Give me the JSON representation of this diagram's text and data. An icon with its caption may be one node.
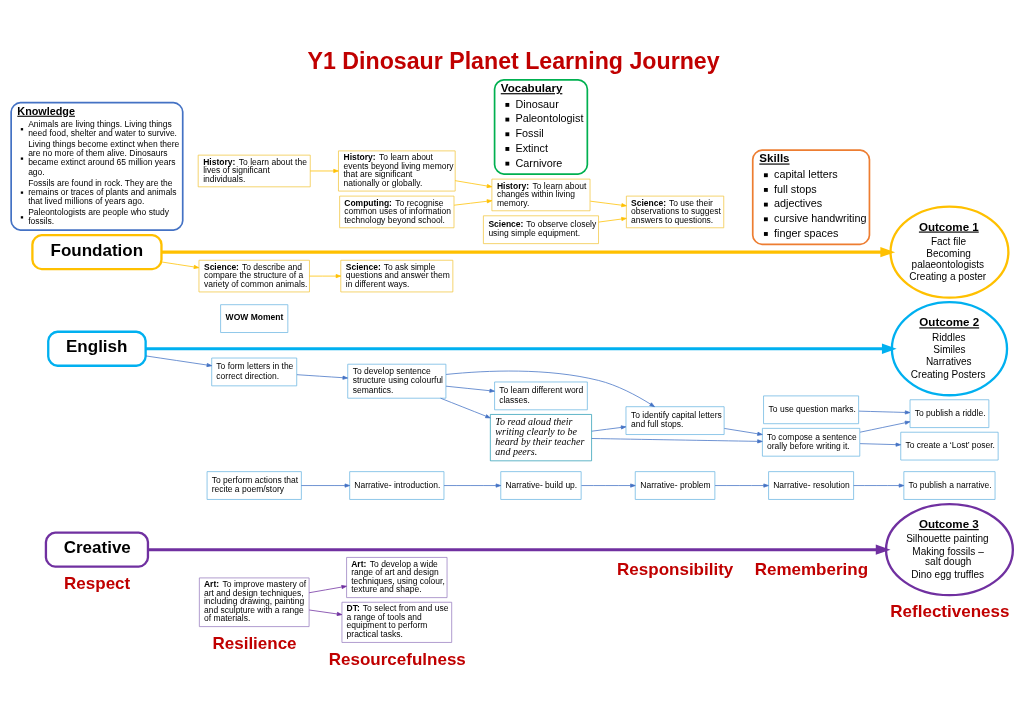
{
  "diagram": {
    "title": "Y1 Dinosaur Planet Learning Journey",
    "nodes": [
      {
        "text": [
          "Knowledge",
          "Animals are living things. Living things need food, shelter and water to survive.",
          "Living things become extinct when there are no more of them alive. Dinosaurs became extinct around 65 million years ago.",
          "Fossils are found in rock. They are the remains or traces of plants and animals that lived millions of years ago.",
          "Paleontologists are people who study fossils."
        ]
      },
      {
        "text": [
          "Vocabulary",
          "Dinosaur",
          "Paleontologist",
          "Fossil",
          "Extinct",
          "Carnivore"
        ]
      },
      {
        "text": [
          "Skills",
          "capital letters",
          "full stops",
          "adjectives",
          "cursive handwriting",
          "finger spaces"
        ]
      },
      {
        "text": [
          "Foundation"
        ]
      },
      {
        "text": [
          "Outcome 1",
          "Fact file",
          "Becoming palaeontologists",
          "Creating a poster"
        ]
      },
      {
        "text": [
          "**Science:** To describe and compare the structure of a variety of common animals."
        ]
      },
      {
        "text": [
          "**History:** To learn about the lives of significant individuals."
        ]
      },
      {
        "text": [
          "**Science:** To use their observations to suggest answers to questions."
        ]
      },
      {
        "text": [
          "**History:** To learn about changes within living memory."
        ]
      },
      {
        "text": [
          "**Science:** To observe closely using simple equipment."
        ]
      },
      {
        "text": [
          "**Science:** To ask simple questions and answer them in different ways."
        ]
      },
      {
        "text": [
          "**History:** To learn about events beyond living memory that are significant nationally or globally."
        ]
      },
      {
        "text": [
          "**Computing:** To recognise common uses of information technology beyond school."
        ]
      },
      {
        "text": [
          "English"
        ]
      },
      {
        "text": [
          "Outcome 2",
          "Riddles",
          "Similes",
          "Narratives",
          "Creating Posters"
        ]
      },
      {
        "text": [
          "WOW Moment"
        ]
      },
      {
        "text": [
          "To compose a sentence orally before writing it."
        ]
      },
      {
        "text": [
          "To perform actions that recite a poem/story"
        ]
      },
      {
        "text": [
          "To publish a narrative."
        ]
      },
      {
        "text": [
          "To form letters in the correct direction."
        ]
      },
      {
        "text": [
          "To learn different word classes."
        ]
      },
      {
        "text": [
          "To create a ‘Lost’ poser."
        ]
      },
      {
        "text": [
          "To use question marks."
        ]
      },
      {
        "text": [
          "Narrative- introduction."
        ]
      },
      {
        "text": [
          "To develop sentence structure using colourful semantics."
        ]
      },
      {
        "text": [
          "To identify capital letters and full stops."
        ]
      },
      {
        "text": [
          "Narrative- resolution"
        ]
      },
      {
        "text": [
          "To publish a riddle."
        ]
      },
      {
        "text": [
          "Narrative- build up."
        ]
      },
      {
        "text": [
          "To read aloud their writing clearly to be heard by their teacher and peers."
        ]
      },
      {
        "text": [
          "Narrative- problem"
        ]
      },
      {
        "text": [
          "Creative"
        ]
      },
      {
        "text": [
          "Outcome 3",
          "Silhouette painting",
          "Making fossils – salt dough",
          "Dino egg truffles"
        ]
      },
      {
        "text": [
          "**Art:** To improve mastery of art and design techniques, including drawing, painting and sculpture with a range of materials."
        ]
      },
      {
        "text": [
          "**Art:** To develop a wide range of art and design techniques, using colour, texture and shape."
        ]
      },
      {
        "text": [
          "**DT:** To select from and use a range of tools and equipment to perform practical tasks."
        ]
      }
    ],
    "edges": [
      {
        "from": 3,
        "to": 4,
        "arrow": "to",
        "style": "thick",
        "color": "#ffc000"
      },
      {
        "from": 3,
        "to": 5,
        "arrow": "to",
        "color": "#ffc000"
      },
      {
        "from": 5,
        "to": 10,
        "arrow": "to",
        "color": "#ffc000"
      },
      {
        "from": 6,
        "to": 11,
        "arrow": "to",
        "color": "#ffc000"
      },
      {
        "from": 11,
        "to": 8,
        "arrow": "to",
        "color": "#ffc000"
      },
      {
        "from": 12,
        "to": 8,
        "arrow": "to",
        "color": "#ffc000"
      },
      {
        "from": 8,
        "to": 7,
        "arrow": "to",
        "color": "#ffc000"
      },
      {
        "from": 9,
        "to": 7,
        "arrow": "to",
        "color": "#ffc000"
      },
      {
        "from": 13,
        "to": 14,
        "arrow": "to",
        "style": "thick",
        "color": "#00b0f0"
      },
      {
        "from": 13,
        "to": 19,
        "arrow": "to"
      },
      {
        "from": 19,
        "to": 24,
        "arrow": "to"
      },
      {
        "from": 24,
        "to": 25,
        "arrow": "to"
      },
      {
        "from": 24,
        "to": 20,
        "arrow": "to"
      },
      {
        "from": 24,
        "to": 29,
        "arrow": "to"
      },
      {
        "from": 29,
        "to": 16,
        "arrow": "to"
      },
      {
        "from": 29,
        "to": 25,
        "arrow": "to"
      },
      {
        "from": 25,
        "to": 16,
        "arrow": "to"
      },
      {
        "from": 16,
        "to": 27,
        "arrow": "to"
      },
      {
        "from": 16,
        "to": 21,
        "arrow": "to"
      },
      {
        "from": 22,
        "to": 27,
        "arrow": "to"
      },
      {
        "from": 17,
        "to": 23,
        "arrow": "to"
      },
      {
        "from": 23,
        "to": 28,
        "arrow": "to"
      },
      {
        "from": 28,
        "to": 30,
        "arrow": "to"
      },
      {
        "from": 30,
        "to": 26,
        "arrow": "to"
      },
      {
        "from": 26,
        "to": 18,
        "arrow": "to"
      },
      {
        "from": 31,
        "to": 32,
        "arrow": "to",
        "style": "thick",
        "color": "#7030a0"
      },
      {
        "from": 33,
        "to": 34,
        "arrow": "to",
        "color": "#7030a0"
      },
      {
        "from": 33,
        "to": 35,
        "arrow": "to",
        "color": "#7030a0"
      }
    ],
    "labels": [
      "Respect",
      "Resilience",
      "Resourcefulness",
      "Responsibility",
      "Remembering",
      "Reflectiveness"
    ]
  }
}
